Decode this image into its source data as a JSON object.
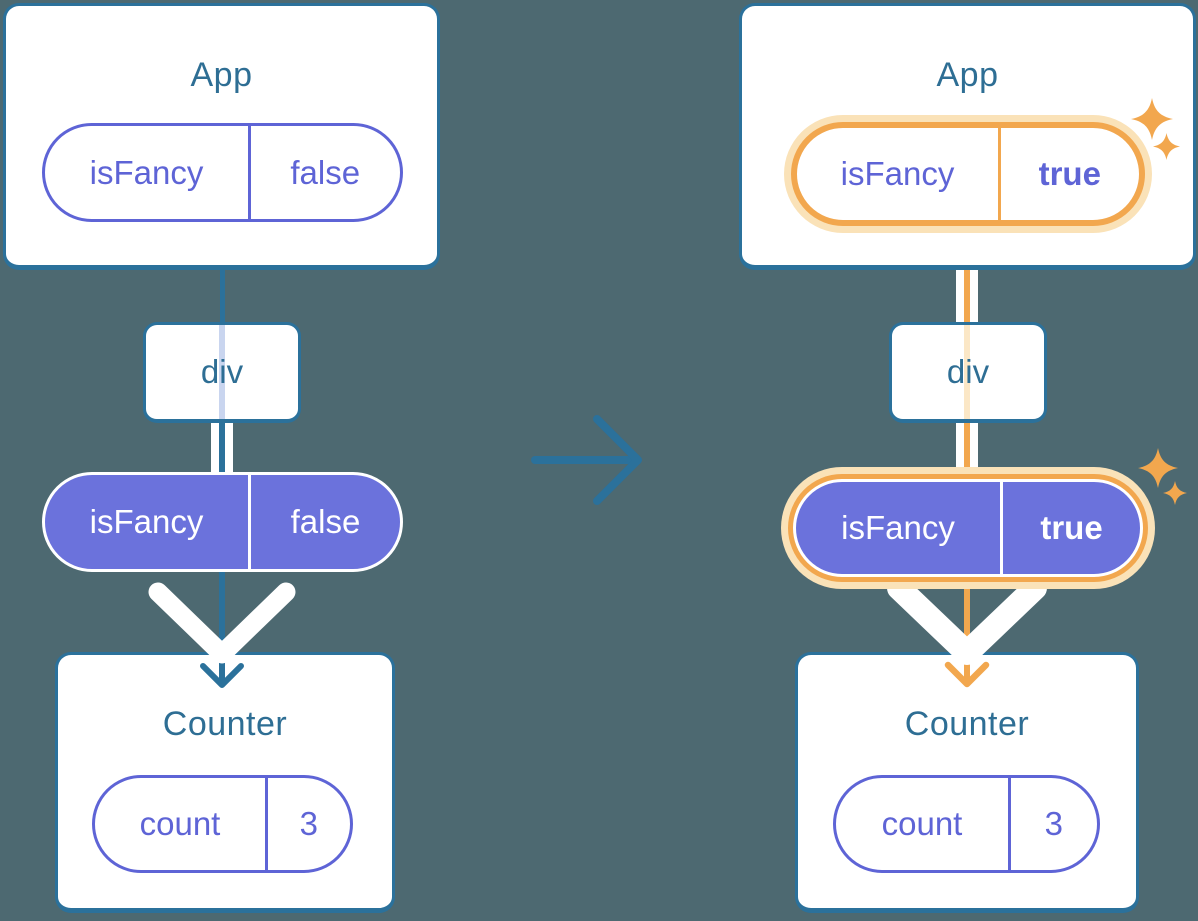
{
  "colors": {
    "bg": "#4D6971",
    "teal": "#2B719B",
    "teal_text": "#2E6E94",
    "purple": "#5E64D6",
    "purple_fill": "#6B72DC",
    "orange": "#F2A74E",
    "orange_glow": "#FAE2B8",
    "lavender_line": "#C9D5EF",
    "peach_line": "#FBE7C6",
    "white": "#FFFFFF"
  },
  "icons": {
    "transition": "arrow-right-icon",
    "flow": "arrow-down-icon",
    "highlight": "sparkle-icon"
  },
  "before": {
    "app": {
      "title": "App",
      "prop_name": "isFancy",
      "prop_value": "false"
    },
    "div": {
      "label": "div"
    },
    "passed": {
      "prop_name": "isFancy",
      "prop_value": "false"
    },
    "counter": {
      "title": "Counter",
      "state_name": "count",
      "state_value": "3"
    }
  },
  "after": {
    "app": {
      "title": "App",
      "prop_name": "isFancy",
      "prop_value": "true"
    },
    "div": {
      "label": "div"
    },
    "passed": {
      "prop_name": "isFancy",
      "prop_value": "true"
    },
    "counter": {
      "title": "Counter",
      "state_name": "count",
      "state_value": "3"
    }
  }
}
